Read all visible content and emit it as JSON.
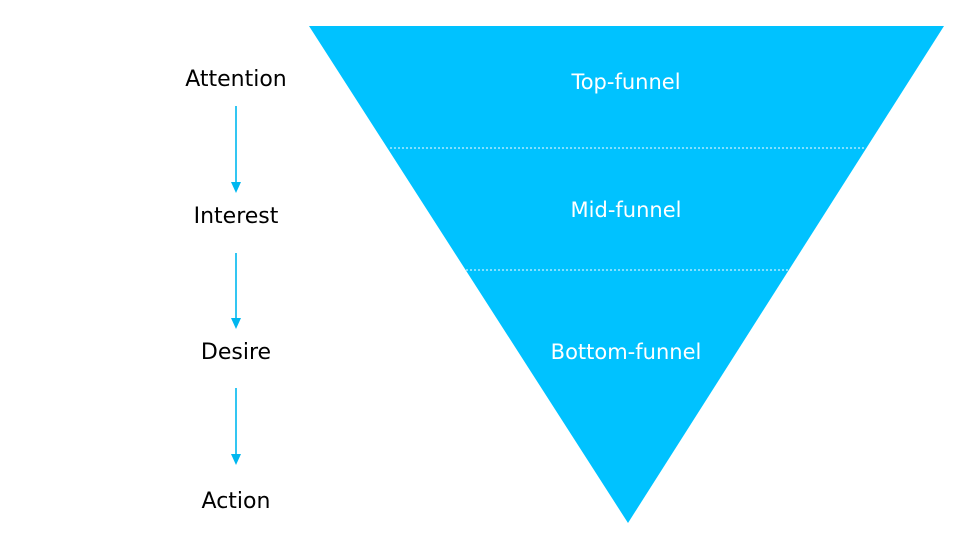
{
  "aida": {
    "stages": [
      "Attention",
      "Interest",
      "Desire",
      "Action"
    ],
    "arrow_color": "#00b7ef"
  },
  "funnel": {
    "fill_color": "#00c2ff",
    "divider_color": "#ffffff",
    "levels": [
      "Top-funnel",
      "Mid-funnel",
      "Bottom-funnel"
    ]
  }
}
